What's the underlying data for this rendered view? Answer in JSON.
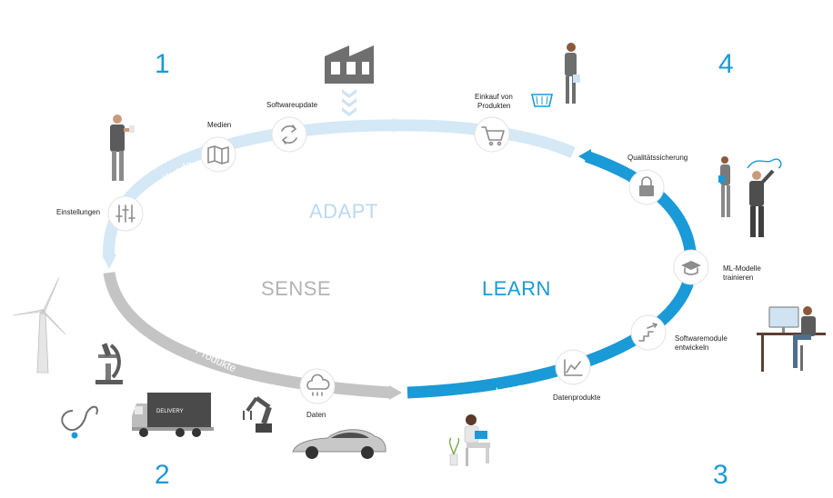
{
  "steps": {
    "one": "1",
    "two": "2",
    "three": "3",
    "four": "4"
  },
  "phases": {
    "adapt": "ADAPT",
    "sense": "SENSE",
    "learn": "LEARN"
  },
  "arcs": {
    "kunde": "Kunde",
    "produkte": "Produkte",
    "unternehmen": "Unternehmen"
  },
  "nodes": {
    "einstellungen": "Einstellungen",
    "medien": "Medien",
    "softwareupdate": "Softwareupdate",
    "einkauf_line1": "Einkauf von",
    "einkauf_line2": "Produkten",
    "qualitaet": "Qualitätssicherung",
    "ml_line1": "ML-Modelle",
    "ml_line2": "trainieren",
    "swmod_line1": "Softwaremodule",
    "swmod_line2": "entwickeln",
    "datenprodukte": "Datenprodukte",
    "daten": "Daten"
  },
  "truck": {
    "label": "DELIVERY"
  },
  "colors": {
    "blue": "#1a9ad6",
    "light_blue": "#d4e8f6",
    "gray": "#bdbdbd",
    "icon_gray": "#8c8c8c"
  }
}
